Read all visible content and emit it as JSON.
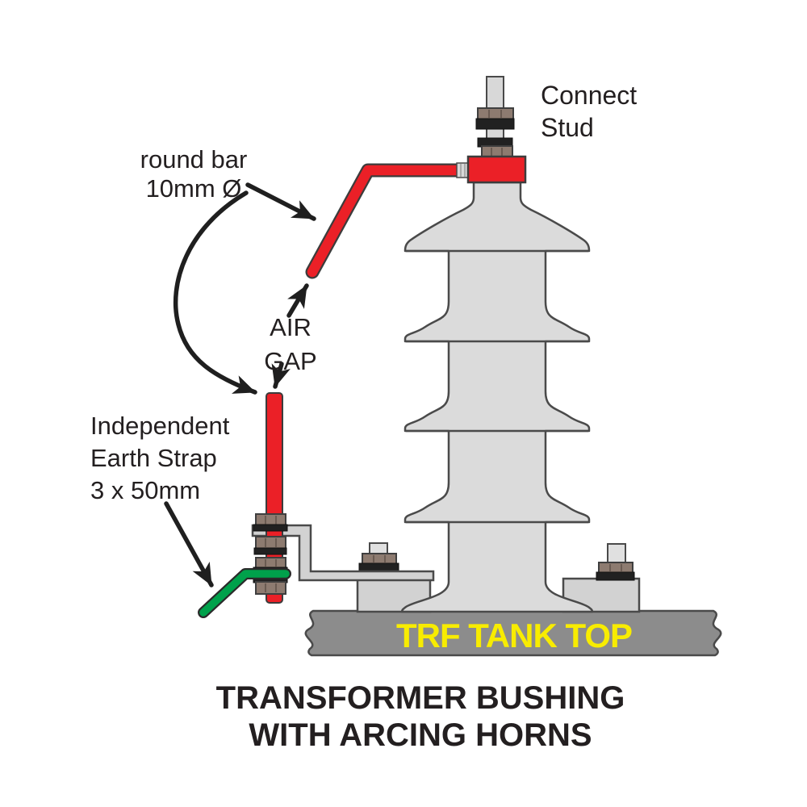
{
  "diagram": {
    "title": "TRANSFORMER BUSHING\nWITH ARCING HORNS",
    "labels": {
      "connect_stud": "Connect\nStud",
      "round_bar": "round bar\n10mm Ø",
      "air_gap": "AIR\nGAP",
      "earth_strap": "Independent\nEarth Strap\n3 x 50mm",
      "tank_top": "TRF TANK TOP"
    },
    "colors": {
      "arcing_horn_red": "#EB2027",
      "earth_strap_green": "#00A14B",
      "bushing_gray": "#DBDBDB",
      "hardware_gray": "#D2D2D2",
      "tank_gray": "#8C8C8C",
      "tank_label_yellow": "#F8EC00",
      "nut_brown": "#8D7B70",
      "washer_black": "#212121",
      "outline_dark": "#4A4A4A",
      "text_black": "#231F20"
    }
  }
}
